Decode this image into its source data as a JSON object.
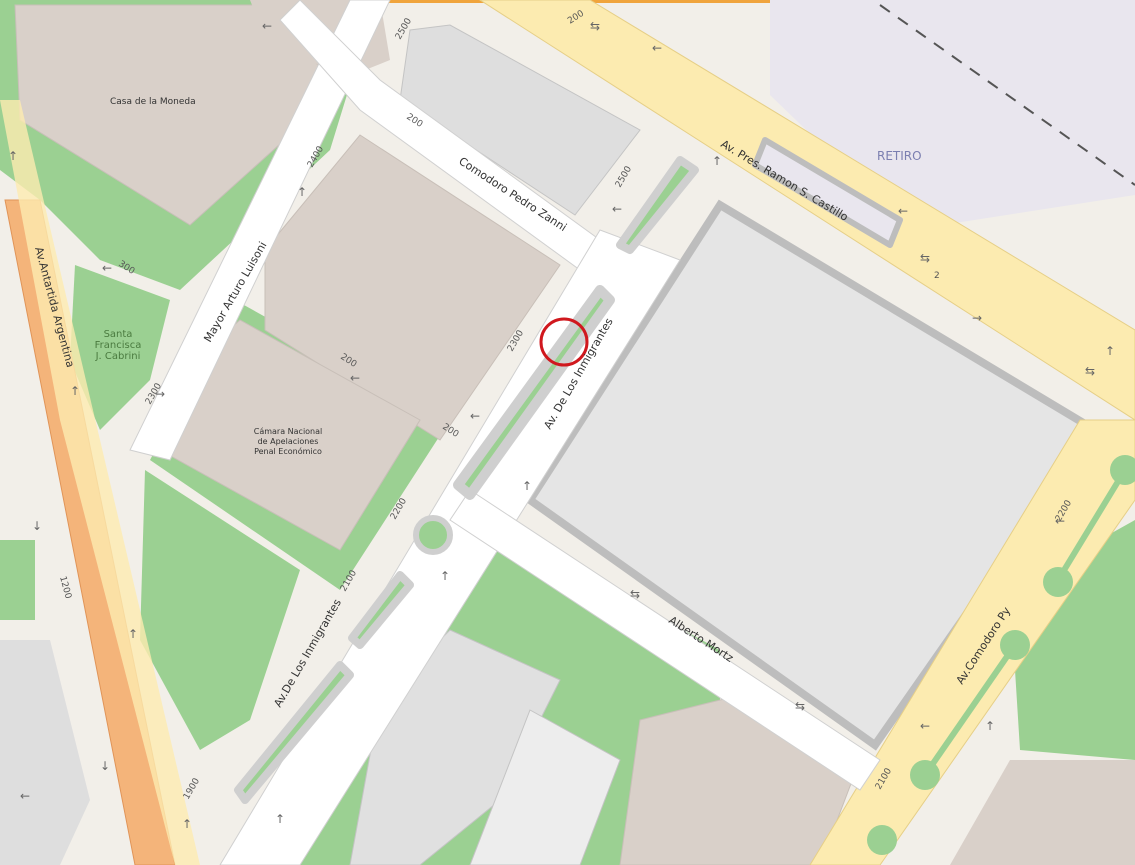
{
  "map": {
    "streets": {
      "comodoro_pedro_zanni": "Comodoro Pedro Zanni",
      "av_pres_ramon_castillo": "Av. Pres. Ramon S. Castillo",
      "mayor_arturo_luisoni": "Mayor Arturo Luisoni",
      "av_de_los_inmigrantes_upper": "Av. De Los Inmigrantes",
      "av_de_los_inmigrantes_lower": "Av.De Los Inmigrantes",
      "alberto_mortz": "Alberto Mortz",
      "av_comodoro_py": "Av.Comodoro Py",
      "av_antartida_argentina": "Av.Antartida Argentina"
    },
    "places": {
      "retiro": "RETIRO",
      "casa_de_la_moneda": "Casa de la Moneda",
      "santa_francisca_1": "Santa",
      "santa_francisca_2": "Francisca",
      "santa_francisca_3": "J. Cabrini",
      "camara_1": "Cámara Nacional",
      "camara_2": "de Apelaciones",
      "camara_3": "Penal Económico"
    },
    "house_numbers": {
      "n2500_top": "2500",
      "n200_a": "200",
      "n2400": "2400",
      "n300": "300",
      "n2300_left": "2300",
      "n200_b": "200",
      "n2300_mid": "2300",
      "n200_c": "200",
      "n2200_mid": "2200",
      "n2500_mid": "2500",
      "n200_top": "200",
      "n2100_mid": "2100",
      "n1200": "1200",
      "n1900": "1900",
      "n2200_right": "2200",
      "n2100_right": "2100",
      "n2_right": "2"
    },
    "highlight_color": "#d0181e",
    "colors": {
      "background": "#f2efe9",
      "park": "#9bd092",
      "building": "#d9d0c9",
      "road_major": "#fcebb0",
      "road_motorway": "#f4b47a",
      "road_minor": "#ffffff",
      "casing": "#bdbdbd"
    }
  }
}
